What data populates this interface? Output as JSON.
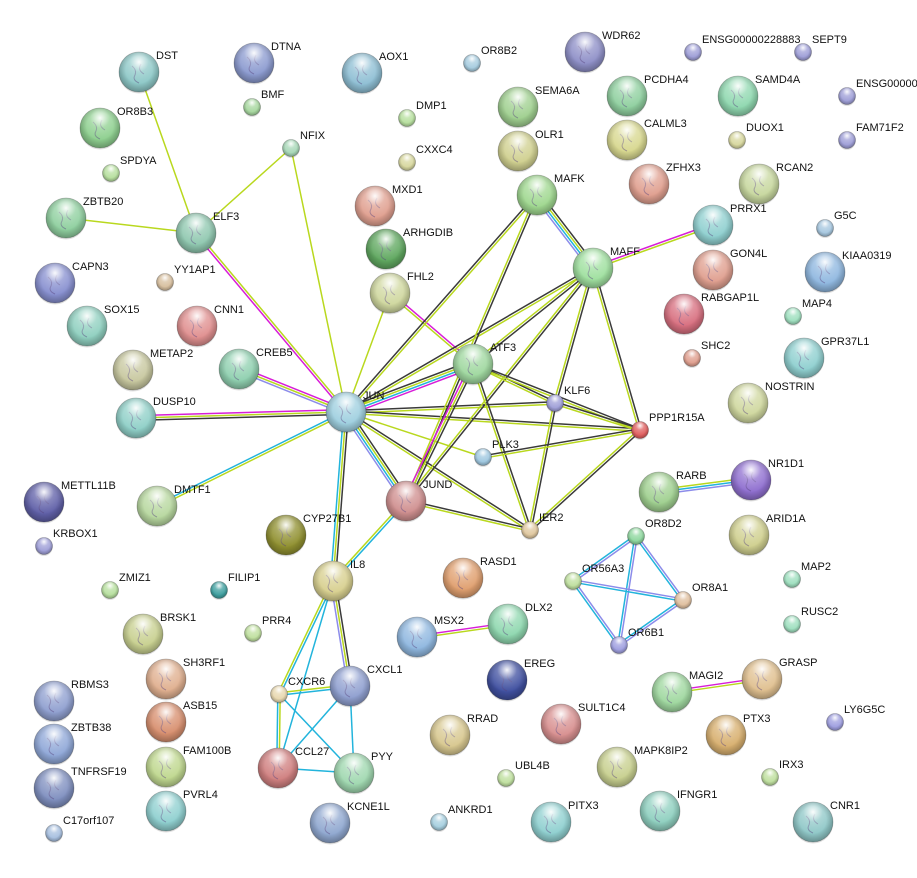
{
  "edge_colors": {
    "textmining": "#b9d81e",
    "coexpression": "#3a3a3a",
    "database": "#22b4dc",
    "experimental": "#d81ed8",
    "homology": "#8c8cea"
  },
  "nodes": [
    {
      "id": "DST",
      "color": "#8fc9c8"
    },
    {
      "id": "DTNA",
      "color": "#8c9bd0"
    },
    {
      "id": "AOX1",
      "color": "#8fbfd4"
    },
    {
      "id": "OR8B2",
      "color": "#a8cde0"
    },
    {
      "id": "WDR62",
      "color": "#8f90c8"
    },
    {
      "id": "ENSG00000228883",
      "color": "#a0a0d8"
    },
    {
      "id": "SEPT9",
      "color": "#a0a0d8"
    },
    {
      "id": "BMF",
      "color": "#a8d8a0"
    },
    {
      "id": "OR8B3",
      "color": "#8fd090"
    },
    {
      "id": "DMP1",
      "color": "#b8e0a0"
    },
    {
      "id": "SEMA6A",
      "color": "#a0d090"
    },
    {
      "id": "PCDHA4",
      "color": "#90d0a0"
    },
    {
      "id": "SAMD4A",
      "color": "#90d8b0"
    },
    {
      "id": "ENSG00000",
      "color": "#a0a0d8"
    },
    {
      "id": "NFIX",
      "color": "#a8d8b8"
    },
    {
      "id": "CXXC4",
      "color": "#d8d8a0"
    },
    {
      "id": "OLR1",
      "color": "#d0d090"
    },
    {
      "id": "CALML3",
      "color": "#d8d890"
    },
    {
      "id": "DUOX1",
      "color": "#d8d8a0"
    },
    {
      "id": "FAM71F2",
      "color": "#a0a0d8"
    },
    {
      "id": "SPDYA",
      "color": "#b8e0a0"
    },
    {
      "id": "MXD1",
      "color": "#e0a090"
    },
    {
      "id": "ZFHX3",
      "color": "#e0a090"
    },
    {
      "id": "RCAN2",
      "color": "#c8d8a0"
    },
    {
      "id": "MAFK",
      "color": "#a0d890"
    },
    {
      "id": "ZBTB20",
      "color": "#90d0a0"
    },
    {
      "id": "ELF3",
      "color": "#90c8b0"
    },
    {
      "id": "PRRX1",
      "color": "#90d0d0"
    },
    {
      "id": "G5C",
      "color": "#a8c8e0"
    },
    {
      "id": "ARHGDIB",
      "color": "#60a860"
    },
    {
      "id": "GON4L",
      "color": "#e0a090"
    },
    {
      "id": "KIAA0319",
      "color": "#90b8e0"
    },
    {
      "id": "CAPN3",
      "color": "#8890d0"
    },
    {
      "id": "YY1AP1",
      "color": "#d8c0a0"
    },
    {
      "id": "FHL2",
      "color": "#d0d8a0"
    },
    {
      "id": "MAFF",
      "color": "#a0e0a0"
    },
    {
      "id": "RABGAP1L",
      "color": "#d87080"
    },
    {
      "id": "MAP4",
      "color": "#a0e0c0"
    },
    {
      "id": "SOX15",
      "color": "#90d0c0"
    },
    {
      "id": "CNN1",
      "color": "#e09090"
    },
    {
      "id": "METAP2",
      "color": "#c8c8a0"
    },
    {
      "id": "CREB5",
      "color": "#90d0b0"
    },
    {
      "id": "ATF3",
      "color": "#a0d8a0"
    },
    {
      "id": "SHC2",
      "color": "#e0a090"
    },
    {
      "id": "GPR37L1",
      "color": "#90d0d0"
    },
    {
      "id": "DUSP10",
      "color": "#90d0c8"
    },
    {
      "id": "JUN",
      "color": "#a0d0e0"
    },
    {
      "id": "KLF6",
      "color": "#a0a0d8"
    },
    {
      "id": "PPP1R15A",
      "color": "#e06060"
    },
    {
      "id": "NOSTRIN",
      "color": "#d0d8a0"
    },
    {
      "id": "PLK3",
      "color": "#a0c8e0"
    },
    {
      "id": "METTL11B",
      "color": "#6060a8"
    },
    {
      "id": "DMTF1",
      "color": "#b8d8a0"
    },
    {
      "id": "JUND",
      "color": "#d09090"
    },
    {
      "id": "RARB",
      "color": "#a0d090"
    },
    {
      "id": "NR1D1",
      "color": "#9070d0"
    },
    {
      "id": "IER2",
      "color": "#e0c8a0"
    },
    {
      "id": "ARID1A",
      "color": "#d0d090"
    },
    {
      "id": "OR8D2",
      "color": "#90d8a0"
    },
    {
      "id": "KRBOX1",
      "color": "#a0a0d8"
    },
    {
      "id": "CYP27B1",
      "color": "#909030"
    },
    {
      "id": "OR56A3",
      "color": "#c0e0a0"
    },
    {
      "id": "OR8A1",
      "color": "#e0c0a0"
    },
    {
      "id": "IL8",
      "color": "#d8d090"
    },
    {
      "id": "RASD1",
      "color": "#e0a070"
    },
    {
      "id": "MAP2",
      "color": "#a0e0c0"
    },
    {
      "id": "ZMIZ1",
      "color": "#b8e0a0"
    },
    {
      "id": "FILIP1",
      "color": "#40a0a0"
    },
    {
      "id": "DLX2",
      "color": "#90d8b0"
    },
    {
      "id": "MSX2",
      "color": "#90b8e0"
    },
    {
      "id": "OR6B1",
      "color": "#a0a0e0"
    },
    {
      "id": "RUSC2",
      "color": "#a0e0c0"
    },
    {
      "id": "BRSK1",
      "color": "#c8d090"
    },
    {
      "id": "PRR4",
      "color": "#c0e0a0"
    },
    {
      "id": "SH3RF1",
      "color": "#e0b090"
    },
    {
      "id": "EREG",
      "color": "#4050a0"
    },
    {
      "id": "CXCL1",
      "color": "#90a0d0"
    },
    {
      "id": "GRASP",
      "color": "#e0c090"
    },
    {
      "id": "CXCR6",
      "color": "#e8d8b0"
    },
    {
      "id": "MAGI2",
      "color": "#a0d8a0"
    },
    {
      "id": "RBMS3",
      "color": "#90a0d0"
    },
    {
      "id": "ASB15",
      "color": "#d89070"
    },
    {
      "id": "LY6G5C",
      "color": "#a0a0e0"
    },
    {
      "id": "RRAD",
      "color": "#d8c890"
    },
    {
      "id": "SULT1C4",
      "color": "#d89090"
    },
    {
      "id": "PTX3",
      "color": "#d8b070"
    },
    {
      "id": "ZBTB38",
      "color": "#90a8d8"
    },
    {
      "id": "FAM100B",
      "color": "#c0d890"
    },
    {
      "id": "CCL27",
      "color": "#d08080"
    },
    {
      "id": "PYY",
      "color": "#a0d8b0"
    },
    {
      "id": "UBL4B",
      "color": "#c0e0a0"
    },
    {
      "id": "MAPK8IP2",
      "color": "#c8d090"
    },
    {
      "id": "IRX3",
      "color": "#c0e0a0"
    },
    {
      "id": "TNFRSF19",
      "color": "#8090c0"
    },
    {
      "id": "PVRL4",
      "color": "#90d0d0"
    },
    {
      "id": "KCNE1L",
      "color": "#90a8d0"
    },
    {
      "id": "ANKRD1",
      "color": "#a8d0e0"
    },
    {
      "id": "PITX3",
      "color": "#90d0d0"
    },
    {
      "id": "IFNGR1",
      "color": "#90d0c0"
    },
    {
      "id": "CNR1",
      "color": "#90c8c8"
    },
    {
      "id": "C17orf107",
      "color": "#a8c0e0"
    }
  ],
  "edges": [
    [
      "DST",
      "ELF3",
      [
        "textmining"
      ]
    ],
    [
      "ZBTB20",
      "ELF3",
      [
        "textmining"
      ]
    ],
    [
      "ELF3",
      "NFIX",
      [
        "textmining"
      ]
    ],
    [
      "NFIX",
      "JUN",
      [
        "textmining"
      ]
    ],
    [
      "ELF3",
      "JUN",
      [
        "textmining",
        "experimental"
      ]
    ],
    [
      "CREB5",
      "JUN",
      [
        "experimental",
        "textmining",
        "homology"
      ]
    ],
    [
      "DUSP10",
      "JUN",
      [
        "experimental",
        "textmining",
        "coexpression"
      ]
    ],
    [
      "DMTF1",
      "JUN",
      [
        "database",
        "textmining"
      ]
    ],
    [
      "FHL2",
      "JUN",
      [
        "textmining"
      ]
    ],
    [
      "FHL2",
      "ATF3",
      [
        "experimental",
        "textmining"
      ]
    ],
    [
      "JUN",
      "MAFK",
      [
        "coexpression",
        "textmining"
      ]
    ],
    [
      "JUN",
      "MAFF",
      [
        "coexpression",
        "textmining"
      ]
    ],
    [
      "JUN",
      "ATF3",
      [
        "coexpression",
        "textmining",
        "database",
        "experimental"
      ]
    ],
    [
      "JUN",
      "KLF6",
      [
        "coexpression",
        "textmining"
      ]
    ],
    [
      "JUN",
      "PPP1R15A",
      [
        "coexpression",
        "textmining"
      ]
    ],
    [
      "JUN",
      "PLK3",
      [
        "textmining"
      ]
    ],
    [
      "JUN",
      "IER2",
      [
        "coexpression",
        "textmining"
      ]
    ],
    [
      "JUN",
      "JUND",
      [
        "coexpression",
        "textmining",
        "database",
        "homology"
      ]
    ],
    [
      "JUN",
      "IL8",
      [
        "coexpression",
        "textmining",
        "database"
      ]
    ],
    [
      "IL8",
      "CXCL1",
      [
        "coexpression",
        "textmining",
        "homology"
      ]
    ],
    [
      "MAFK",
      "MAFF",
      [
        "coexpression",
        "textmining",
        "database",
        "homology"
      ]
    ],
    [
      "MAFK",
      "JUND",
      [
        "coexpression",
        "textmining"
      ]
    ],
    [
      "MAFF",
      "PRRX1",
      [
        "experimental",
        "textmining"
      ]
    ],
    [
      "MAFF",
      "ATF3",
      [
        "coexpression",
        "textmining"
      ]
    ],
    [
      "MAFF",
      "KLF6",
      [
        "coexpression",
        "textmining"
      ]
    ],
    [
      "MAFF",
      "PPP1R15A",
      [
        "coexpression",
        "textmining"
      ]
    ],
    [
      "MAFF",
      "JUND",
      [
        "coexpression",
        "textmining"
      ]
    ],
    [
      "ATF3",
      "JUND",
      [
        "coexpression",
        "textmining",
        "experimental"
      ]
    ],
    [
      "ATF3",
      "KLF6",
      [
        "coexpression",
        "textmining"
      ]
    ],
    [
      "ATF3",
      "PPP1R15A",
      [
        "coexpression",
        "textmining"
      ]
    ],
    [
      "ATF3",
      "IER2",
      [
        "coexpression",
        "textmining"
      ]
    ],
    [
      "KLF6",
      "IER2",
      [
        "coexpression",
        "textmining"
      ]
    ],
    [
      "KLF6",
      "PPP1R15A",
      [
        "coexpression",
        "textmining"
      ]
    ],
    [
      "PLK3",
      "PPP1R15A",
      [
        "coexpression",
        "textmining"
      ]
    ],
    [
      "JUND",
      "IER2",
      [
        "coexpression",
        "textmining"
      ]
    ],
    [
      "PPP1R15A",
      "IER2",
      [
        "coexpression",
        "textmining"
      ]
    ],
    [
      "JUND",
      "IL8",
      [
        "database",
        "textmining"
      ]
    ],
    [
      "RARB",
      "NR1D1",
      [
        "textmining",
        "database",
        "homology"
      ]
    ],
    [
      "OR8D2",
      "OR56A3",
      [
        "homology",
        "database"
      ]
    ],
    [
      "OR8D2",
      "OR8A1",
      [
        "homology",
        "database"
      ]
    ],
    [
      "OR8D2",
      "OR6B1",
      [
        "homology",
        "database"
      ]
    ],
    [
      "OR56A3",
      "OR8A1",
      [
        "homology",
        "database"
      ]
    ],
    [
      "OR56A3",
      "OR6B1",
      [
        "homology",
        "database"
      ]
    ],
    [
      "OR8A1",
      "OR6B1",
      [
        "homology",
        "database"
      ]
    ],
    [
      "MSX2",
      "DLX2",
      [
        "experimental",
        "textmining"
      ]
    ],
    [
      "MAGI2",
      "GRASP",
      [
        "experimental",
        "textmining"
      ]
    ],
    [
      "IL8",
      "CXCR6",
      [
        "database",
        "textmining"
      ]
    ],
    [
      "IL8",
      "CCL27",
      [
        "database"
      ]
    ],
    [
      "CXCL1",
      "CXCR6",
      [
        "database",
        "textmining"
      ]
    ],
    [
      "CXCR6",
      "CCL27",
      [
        "textmining",
        "database"
      ]
    ],
    [
      "CXCL1",
      "CCL27",
      [
        "database"
      ]
    ],
    [
      "CXCL1",
      "PYY",
      [
        "database"
      ]
    ],
    [
      "CCL27",
      "PYY",
      [
        "database"
      ]
    ],
    [
      "CXCR6",
      "PYY",
      [
        "database"
      ]
    ]
  ]
}
